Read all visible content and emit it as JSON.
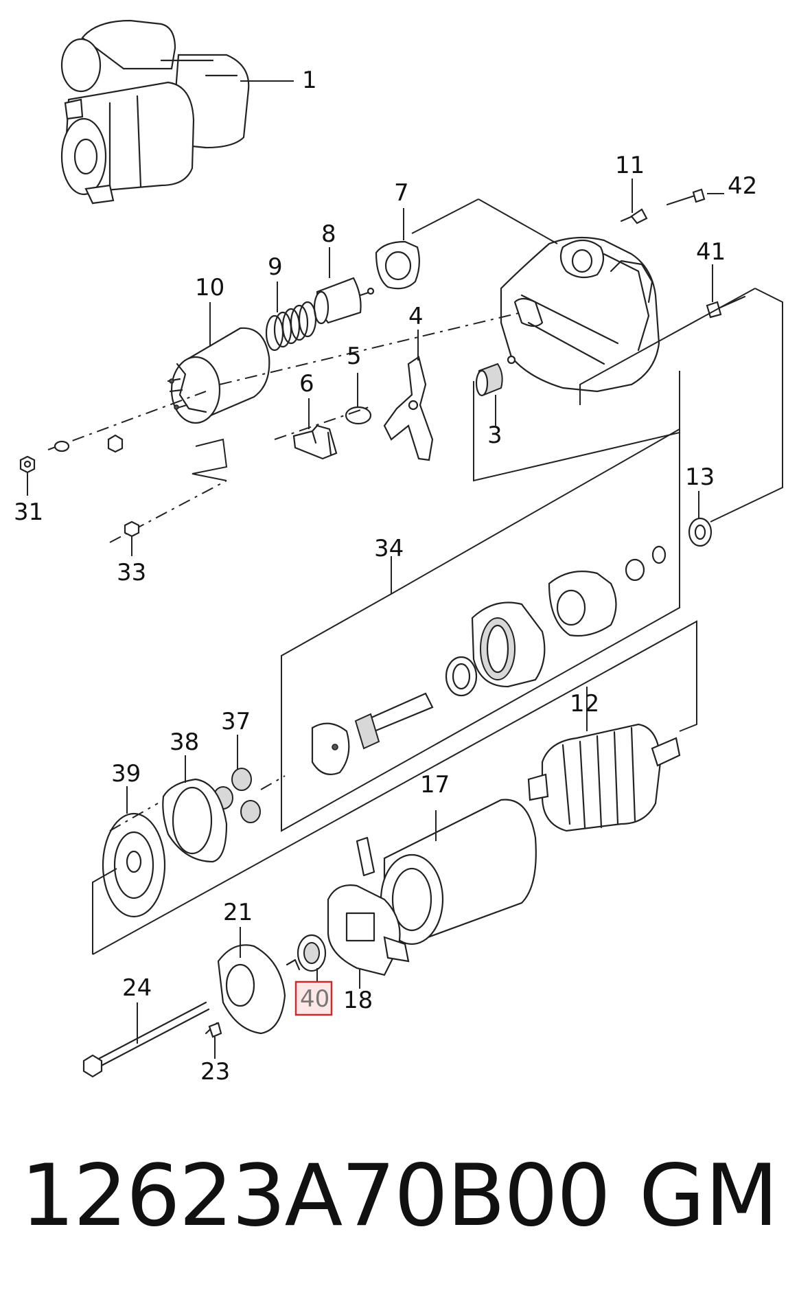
{
  "callouts": {
    "c1": "1",
    "c3": "3",
    "c4": "4",
    "c5": "5",
    "c6": "6",
    "c7": "7",
    "c8": "8",
    "c9": "9",
    "c10": "10",
    "c11": "11",
    "c12": "12",
    "c13": "13",
    "c17": "17",
    "c18": "18",
    "c21": "21",
    "c23": "23",
    "c24": "24",
    "c31": "31",
    "c33": "33",
    "c34": "34",
    "c37": "37",
    "c38": "38",
    "c39": "39",
    "c40": "40",
    "c41": "41",
    "c42": "42"
  },
  "highlighted_callout": "40",
  "footer": {
    "part_number": "12623A70B00",
    "brand": "GM"
  },
  "colors": {
    "line": "#222222",
    "highlight_fill": "#fde7e7",
    "highlight_stroke": "#cc2a2a"
  }
}
